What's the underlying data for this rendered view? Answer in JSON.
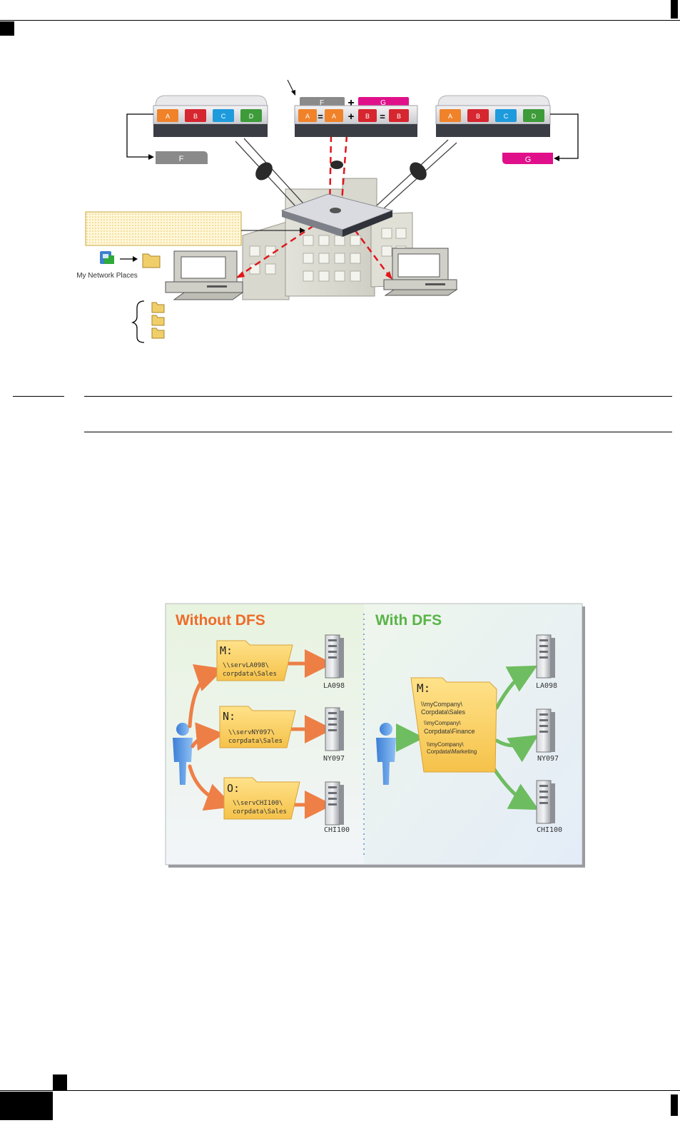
{
  "diagram1": {
    "left_array": {
      "slots": [
        "A",
        "B",
        "C",
        "D"
      ],
      "volume": "F"
    },
    "center_array": {
      "pool": [
        "F",
        "G"
      ],
      "slots": [
        "A",
        "A",
        "B",
        "B"
      ]
    },
    "right_array": {
      "slots": [
        "A",
        "B",
        "C",
        "D"
      ],
      "volume": "G"
    },
    "my_network_places": "My Network Places",
    "operators": {
      "plus": "+",
      "equals": "="
    }
  },
  "diagram2": {
    "without_title": "Without DFS",
    "with_title": "With DFS",
    "without_folders": [
      {
        "drive": "M:",
        "path1": "\\\\servLA098\\",
        "path2": "corpdata\\Sales",
        "server": "LA098"
      },
      {
        "drive": "N:",
        "path1": "\\\\servNY097\\",
        "path2": "corpdata\\Sales",
        "server": "NY097"
      },
      {
        "drive": "O:",
        "path1": "\\\\servCHI100\\",
        "path2": "corpdata\\Sales",
        "server": "CHI100"
      }
    ],
    "with_folder": {
      "drive": "M:",
      "lines": [
        "\\\\myCompany\\",
        "Corpdata\\Sales",
        "\\\\myCompany\\",
        "Corpdata\\Finance",
        "\\\\myCompany\\",
        "Corpdata\\Marketing"
      ]
    },
    "with_servers": [
      "LA098",
      "NY097",
      "CHI100"
    ]
  },
  "colors": {
    "slot_a": "#f0822a",
    "slot_b": "#d6262f",
    "slot_c": "#1e9bdc",
    "slot_d": "#3e9b3a",
    "vol_f": "#8a8a8a",
    "vol_g": "#e0108a",
    "without_title": "#ee6b2a",
    "with_title": "#59b447"
  }
}
